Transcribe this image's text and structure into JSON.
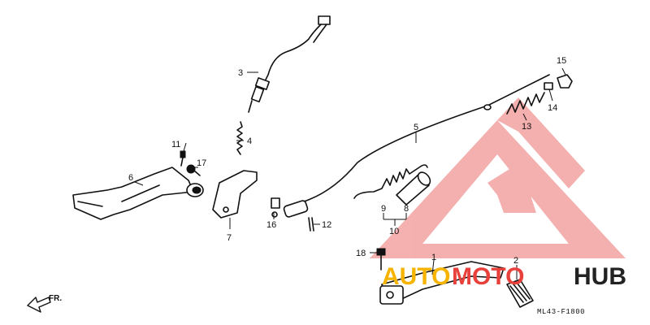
{
  "callouts": {
    "c1": "1",
    "c2": "2",
    "c3": "3",
    "c4": "4",
    "c5": "5",
    "c6": "6",
    "c7": "7",
    "c8": "8",
    "c9": "9",
    "c10": "10",
    "c11": "11",
    "c12": "12",
    "c13": "13",
    "c14": "14",
    "c15": "15",
    "c16": "16",
    "c17": "17",
    "c18": "18"
  },
  "direction_label": "FR.",
  "drawing_code": "ML43-F1800",
  "watermark": {
    "part1": "AUTO",
    "part2": "MOTO",
    "part3": "HUB",
    "colors": {
      "auto": "#f6b400",
      "moto": "#e8403a",
      "hub": "#222222",
      "logo": "#f08a8a"
    }
  }
}
